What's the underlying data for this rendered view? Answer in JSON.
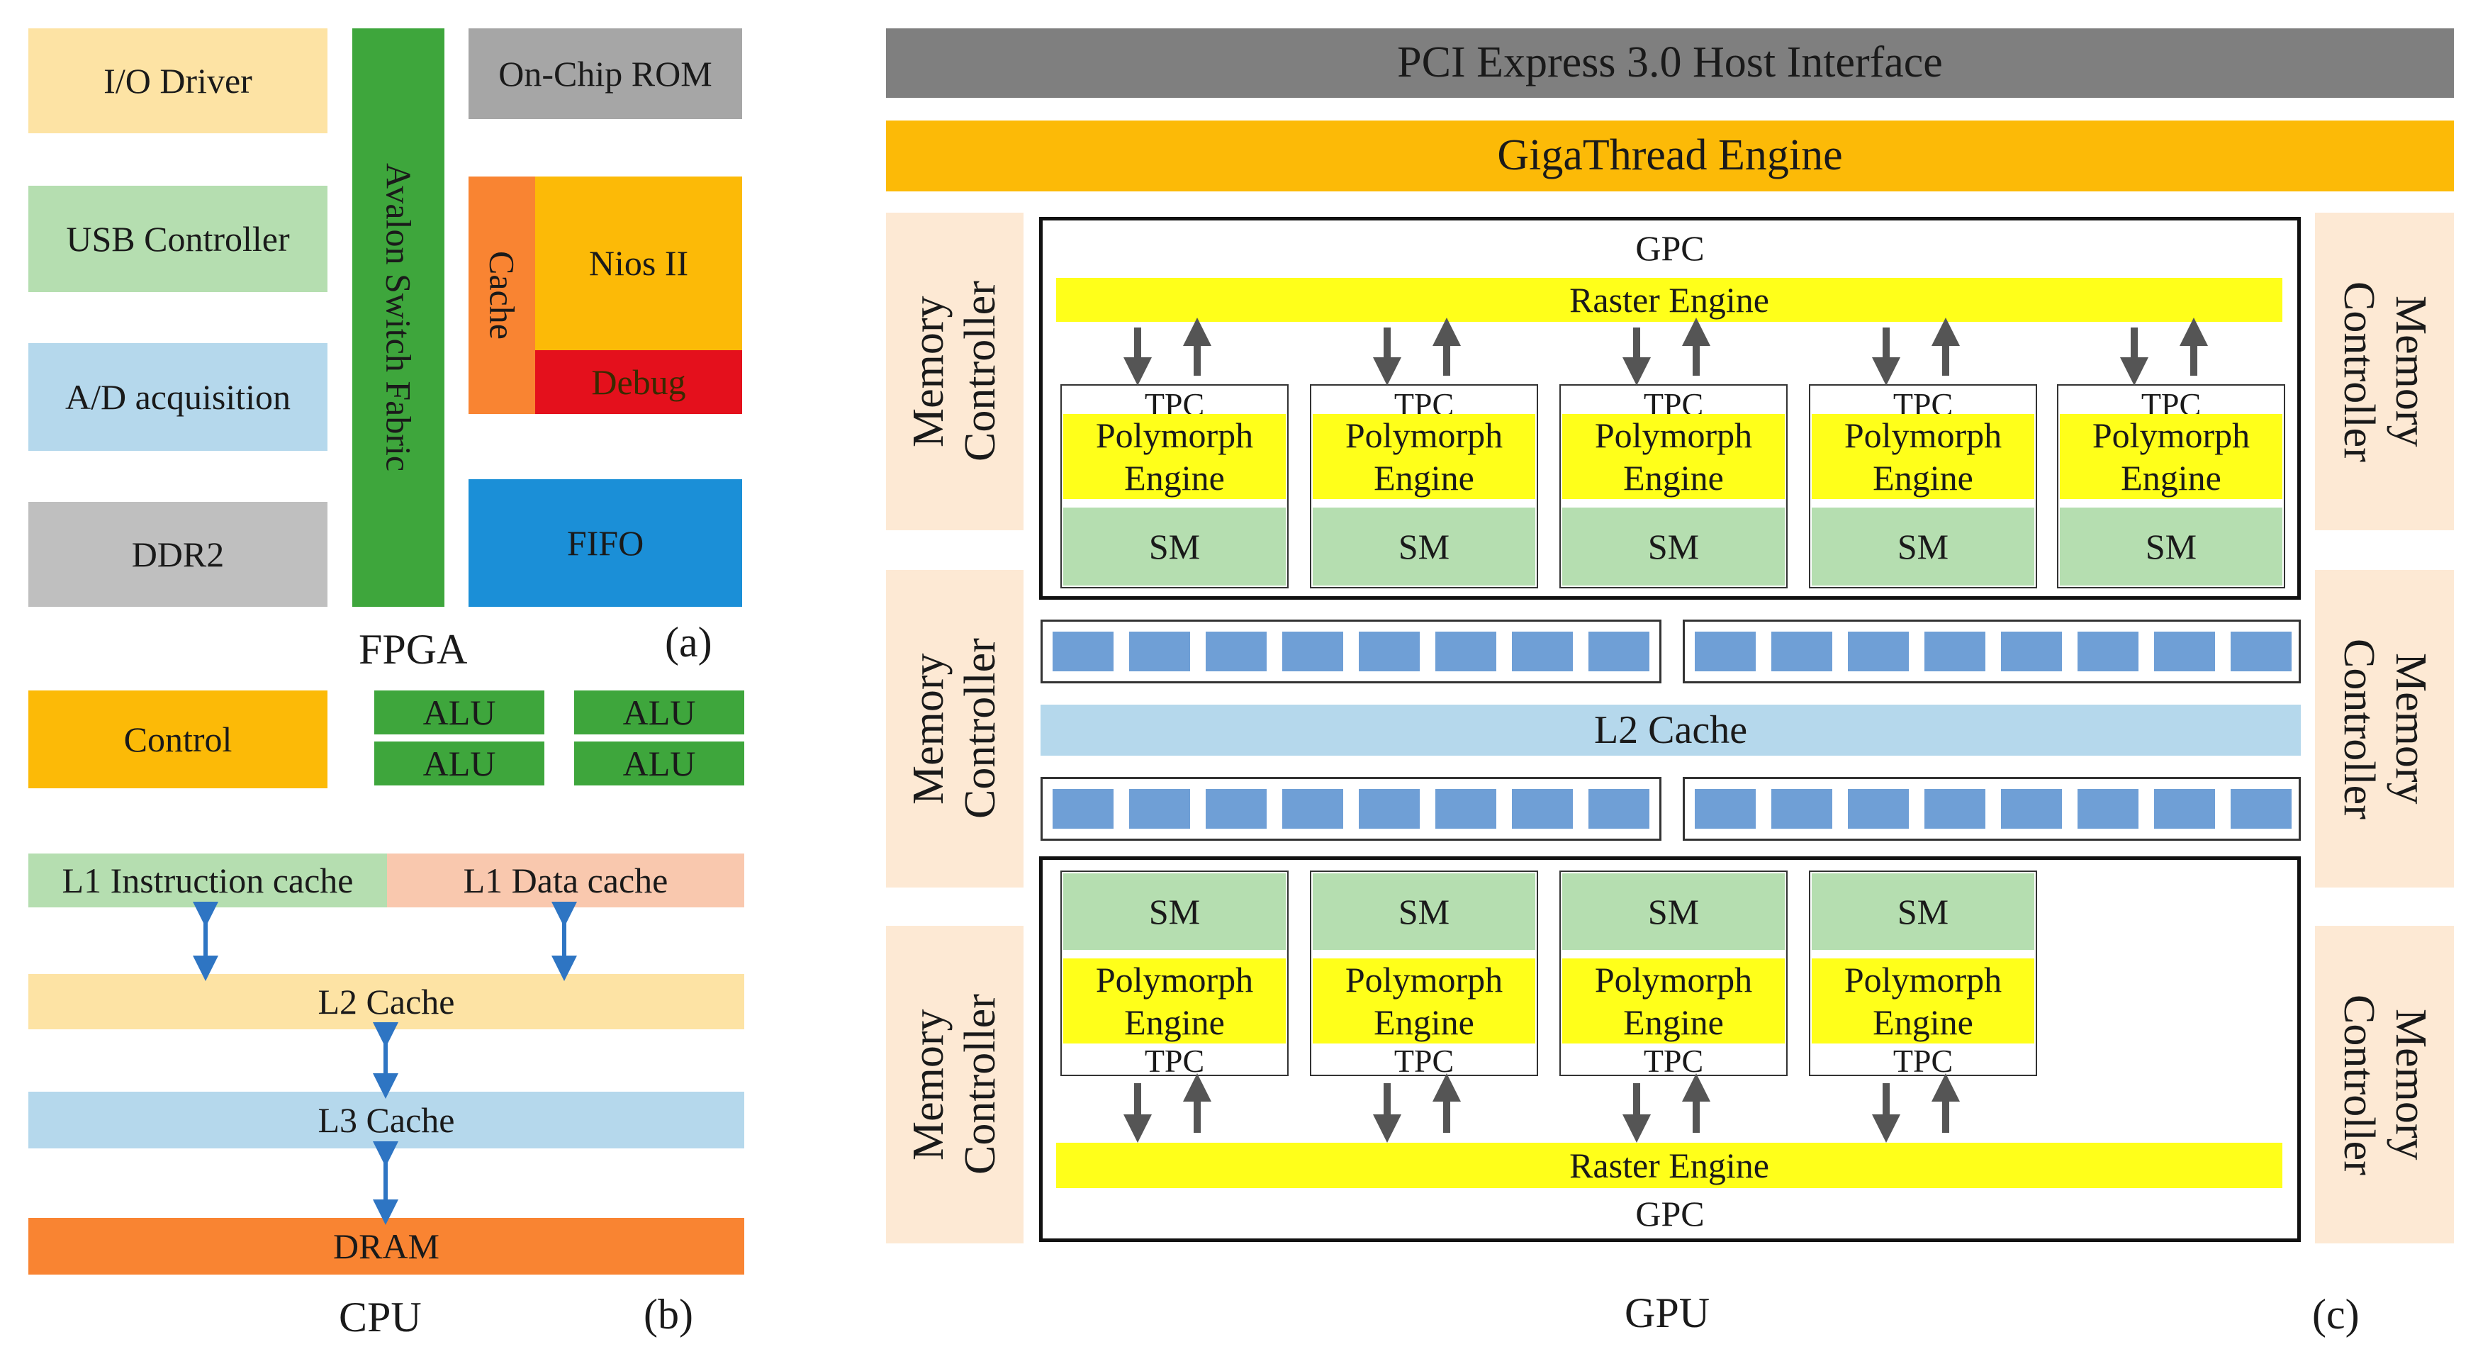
{
  "fpga": {
    "io_driver": "I/O Driver",
    "usb_controller": "USB Controller",
    "ad_acquisition": "A/D acquisition",
    "ddr2": "DDR2",
    "avalon": "Avalon Switch Fabric",
    "rom": "On-Chip ROM",
    "cache": "Cache",
    "nios": "Nios II",
    "debug": "Debug",
    "fifo": "FIFO",
    "caption": "FPGA",
    "tag": "(a)"
  },
  "cpu": {
    "control": "Control",
    "alu": [
      "ALU",
      "ALU",
      "ALU",
      "ALU"
    ],
    "l1_instruction": "L1 Instruction cache",
    "l1_data": "L1 Data cache",
    "l2": "L2 Cache",
    "l3": "L3 Cache",
    "dram": "DRAM",
    "caption": "CPU",
    "tag": "(b)"
  },
  "gpu": {
    "pci": "PCI Express 3.0 Host Interface",
    "gigathread": "GigaThread Engine",
    "memory_controller": "Memory Controller",
    "gpc": "GPC",
    "raster": "Raster Engine",
    "tpc": "TPC",
    "polymorph": "Polymorph Engine",
    "sm": "SM",
    "l2": "L2 Cache",
    "caption": "GPU",
    "tag": "(c)"
  },
  "colors": {
    "light_orange": "#fde3a4",
    "light_green": "#b5deb0",
    "light_blue": "#b5d8ec",
    "gray": "#bfbfbf",
    "dark_gray": "#7f7f7f",
    "green": "#3ea63c",
    "orange": "#f98432",
    "gold": "#fcba07",
    "red": "#e4101c",
    "blue": "#1b8fd7",
    "yellow": "#ffff1a",
    "salmon": "#f9c8ae",
    "peach": "#fde9d4",
    "cache_square": "#6f9fd6"
  }
}
